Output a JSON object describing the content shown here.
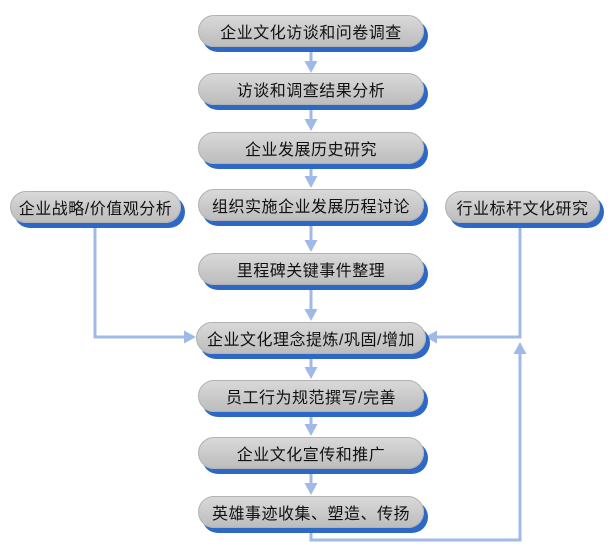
{
  "colors": {
    "box_fill": "#c9c9c9",
    "box_fill_light": "#d9d9d9",
    "box_border": "#b2b2b2",
    "shadow_blue": "#2e68c6",
    "arrow_blue": "#a0b9e6",
    "text_color": "#111111",
    "background": "#ffffff"
  },
  "flowchart": {
    "steps": [
      {
        "label": "企业文化访谈和问卷调查"
      },
      {
        "label": "访谈和调查结果分析"
      },
      {
        "label": "企业发展历史研究"
      },
      {
        "label": "组织实施企业发展历程讨论"
      },
      {
        "label": "里程碑关键事件整理"
      },
      {
        "label": "企业文化理念提炼/巩固/增加"
      },
      {
        "label": "员工行为规范撰写/完善"
      },
      {
        "label": "企业文化宣传和推广"
      },
      {
        "label": "英雄事迹收集、塑造、传扬"
      }
    ],
    "left_branch": {
      "label": "企业战略/价值观分析"
    },
    "right_branch": {
      "label": "行业标杆文化研究"
    }
  }
}
